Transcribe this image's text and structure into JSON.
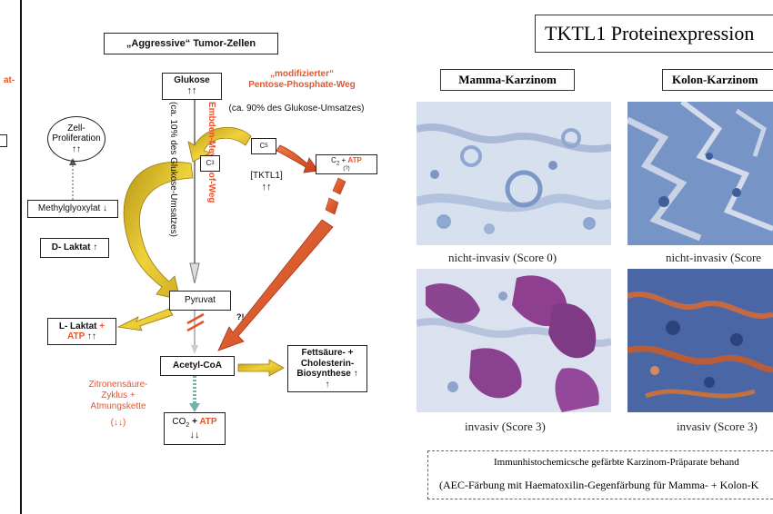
{
  "left_edge": {
    "fragment_orange": "at-",
    "fragment_box": ""
  },
  "diagram": {
    "title": "„Aggressive“ Tumor-Zellen",
    "glukose": "Glukose",
    "glukose_arrow": "↑↑",
    "modified_ppw_line1": "„modifizierter“",
    "modified_ppw_line2": "Pentose-Phosphate-Weg",
    "ppw_share": "(ca. 90% des Glukose-Umsatzes)",
    "embden_vertical": "Embden-Meyerhof-Weg",
    "embden_share_vertical": "(ca. 10% des Glukose-Umsatzes)",
    "c3": "C",
    "c3_sub": "3",
    "c5": "C",
    "c5_sub": "5",
    "c2": "C",
    "c2_sub": "2",
    "c2_plus": " + ",
    "c2_atp": "ATP",
    "c2_q": "(?)",
    "tktl1": "[TKTL1]",
    "tktl1_arrow": "↑↑",
    "zell_line1": "Zell-",
    "zell_line2": "Proliferation",
    "zell_arrow": "↑↑",
    "methylglyoxylat": "Methylglyoxylat ↓",
    "d_laktat": "D- Laktat ↑",
    "pyruvat": "Pyruvat",
    "l_laktat": "L- Laktat",
    "l_laktat_plus": " +",
    "l_laktat_atp": "ATP",
    "l_laktat_arrow": " ↑↑",
    "acetyl": "Acetyl-CoA",
    "question": "?!",
    "fett_line1": "Fettsäure- +",
    "fett_line2": "Cholesterin-",
    "fett_line3": "Biosynthese ↑",
    "fett_line4": "↑",
    "zitronen_line1": "Zitronensäure-",
    "zitronen_line2": "Zyklus +",
    "zitronen_line3": "Atmungskette",
    "zitronen_arrow": "(↓↓)",
    "co2": "CO",
    "co2_sub": "2",
    "co2_plus": " + ",
    "co2_atp": "ATP",
    "co2_arrow": "↓↓"
  },
  "panel": {
    "title": "TKTL1 Proteinexpression",
    "col1": "Mamma-Karzinom",
    "col2": "Kolon-Karzinom",
    "cap_tl": "nicht-invasiv (Score 0)",
    "cap_tr": "nicht-invasiv (Score",
    "cap_bl": "invasiv (Score 3)",
    "cap_br": "invasiv (Score 3)",
    "note_line1": "Immunhistochemicsche gefärbte Karzinom-Präparate behand",
    "note_line2": "(AEC-Färbung mit Haematoxilin-Gegenfärbung für Mamma- + Kolon-K"
  },
  "colors": {
    "orange": "#e8542b",
    "yellow": "#e9c42a",
    "arrow_red": "#e2522a",
    "stain_blue": "#8aa6cf",
    "stain_purple": "#8a3f8e"
  }
}
